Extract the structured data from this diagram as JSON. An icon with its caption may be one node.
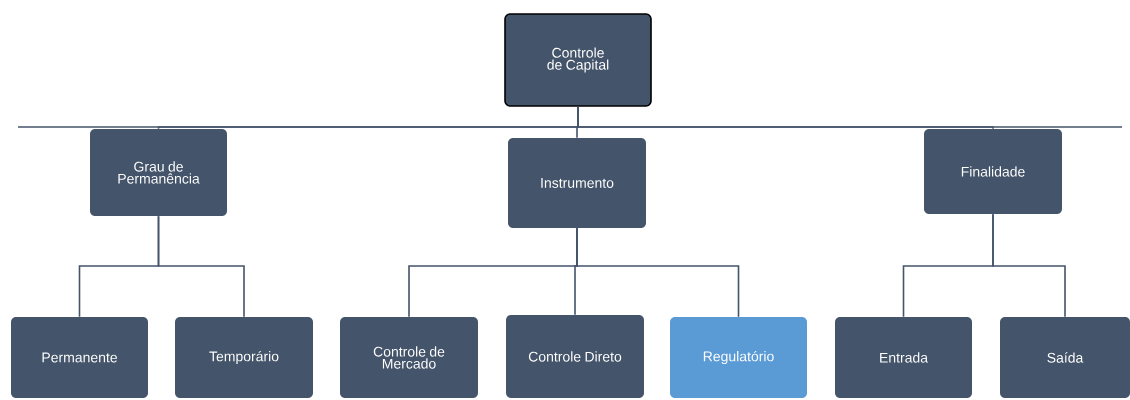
{
  "diagram": {
    "nodes": [
      {
        "text": [
          "Controle de Capital"
        ]
      },
      {
        "text": [
          "Grau de Permanência"
        ]
      },
      {
        "text": [
          "Instrumento"
        ]
      },
      {
        "text": [
          "Finalidade"
        ]
      },
      {
        "text": [
          "Permanente"
        ]
      },
      {
        "text": [
          "Temporário"
        ]
      },
      {
        "text": [
          "Controle de Mercado"
        ]
      },
      {
        "text": [
          "Controle Direto"
        ]
      },
      {
        "text": [
          "Regulatório"
        ]
      },
      {
        "text": [
          "Entrada"
        ]
      },
      {
        "text": [
          "Saída"
        ]
      }
    ],
    "edges": [
      {
        "from": 0,
        "to": 1,
        "arrow": "none"
      },
      {
        "from": 0,
        "to": 2,
        "arrow": "none"
      },
      {
        "from": 0,
        "to": 3,
        "arrow": "none"
      },
      {
        "from": 1,
        "to": 4,
        "arrow": "none"
      },
      {
        "from": 1,
        "to": 5,
        "arrow": "none"
      },
      {
        "from": 2,
        "to": 6,
        "arrow": "none"
      },
      {
        "from": 2,
        "to": 7,
        "arrow": "none"
      },
      {
        "from": 2,
        "to": 8,
        "arrow": "none"
      },
      {
        "from": 3,
        "to": 9,
        "arrow": "none"
      },
      {
        "from": 3,
        "to": 10,
        "arrow": "none"
      }
    ]
  }
}
